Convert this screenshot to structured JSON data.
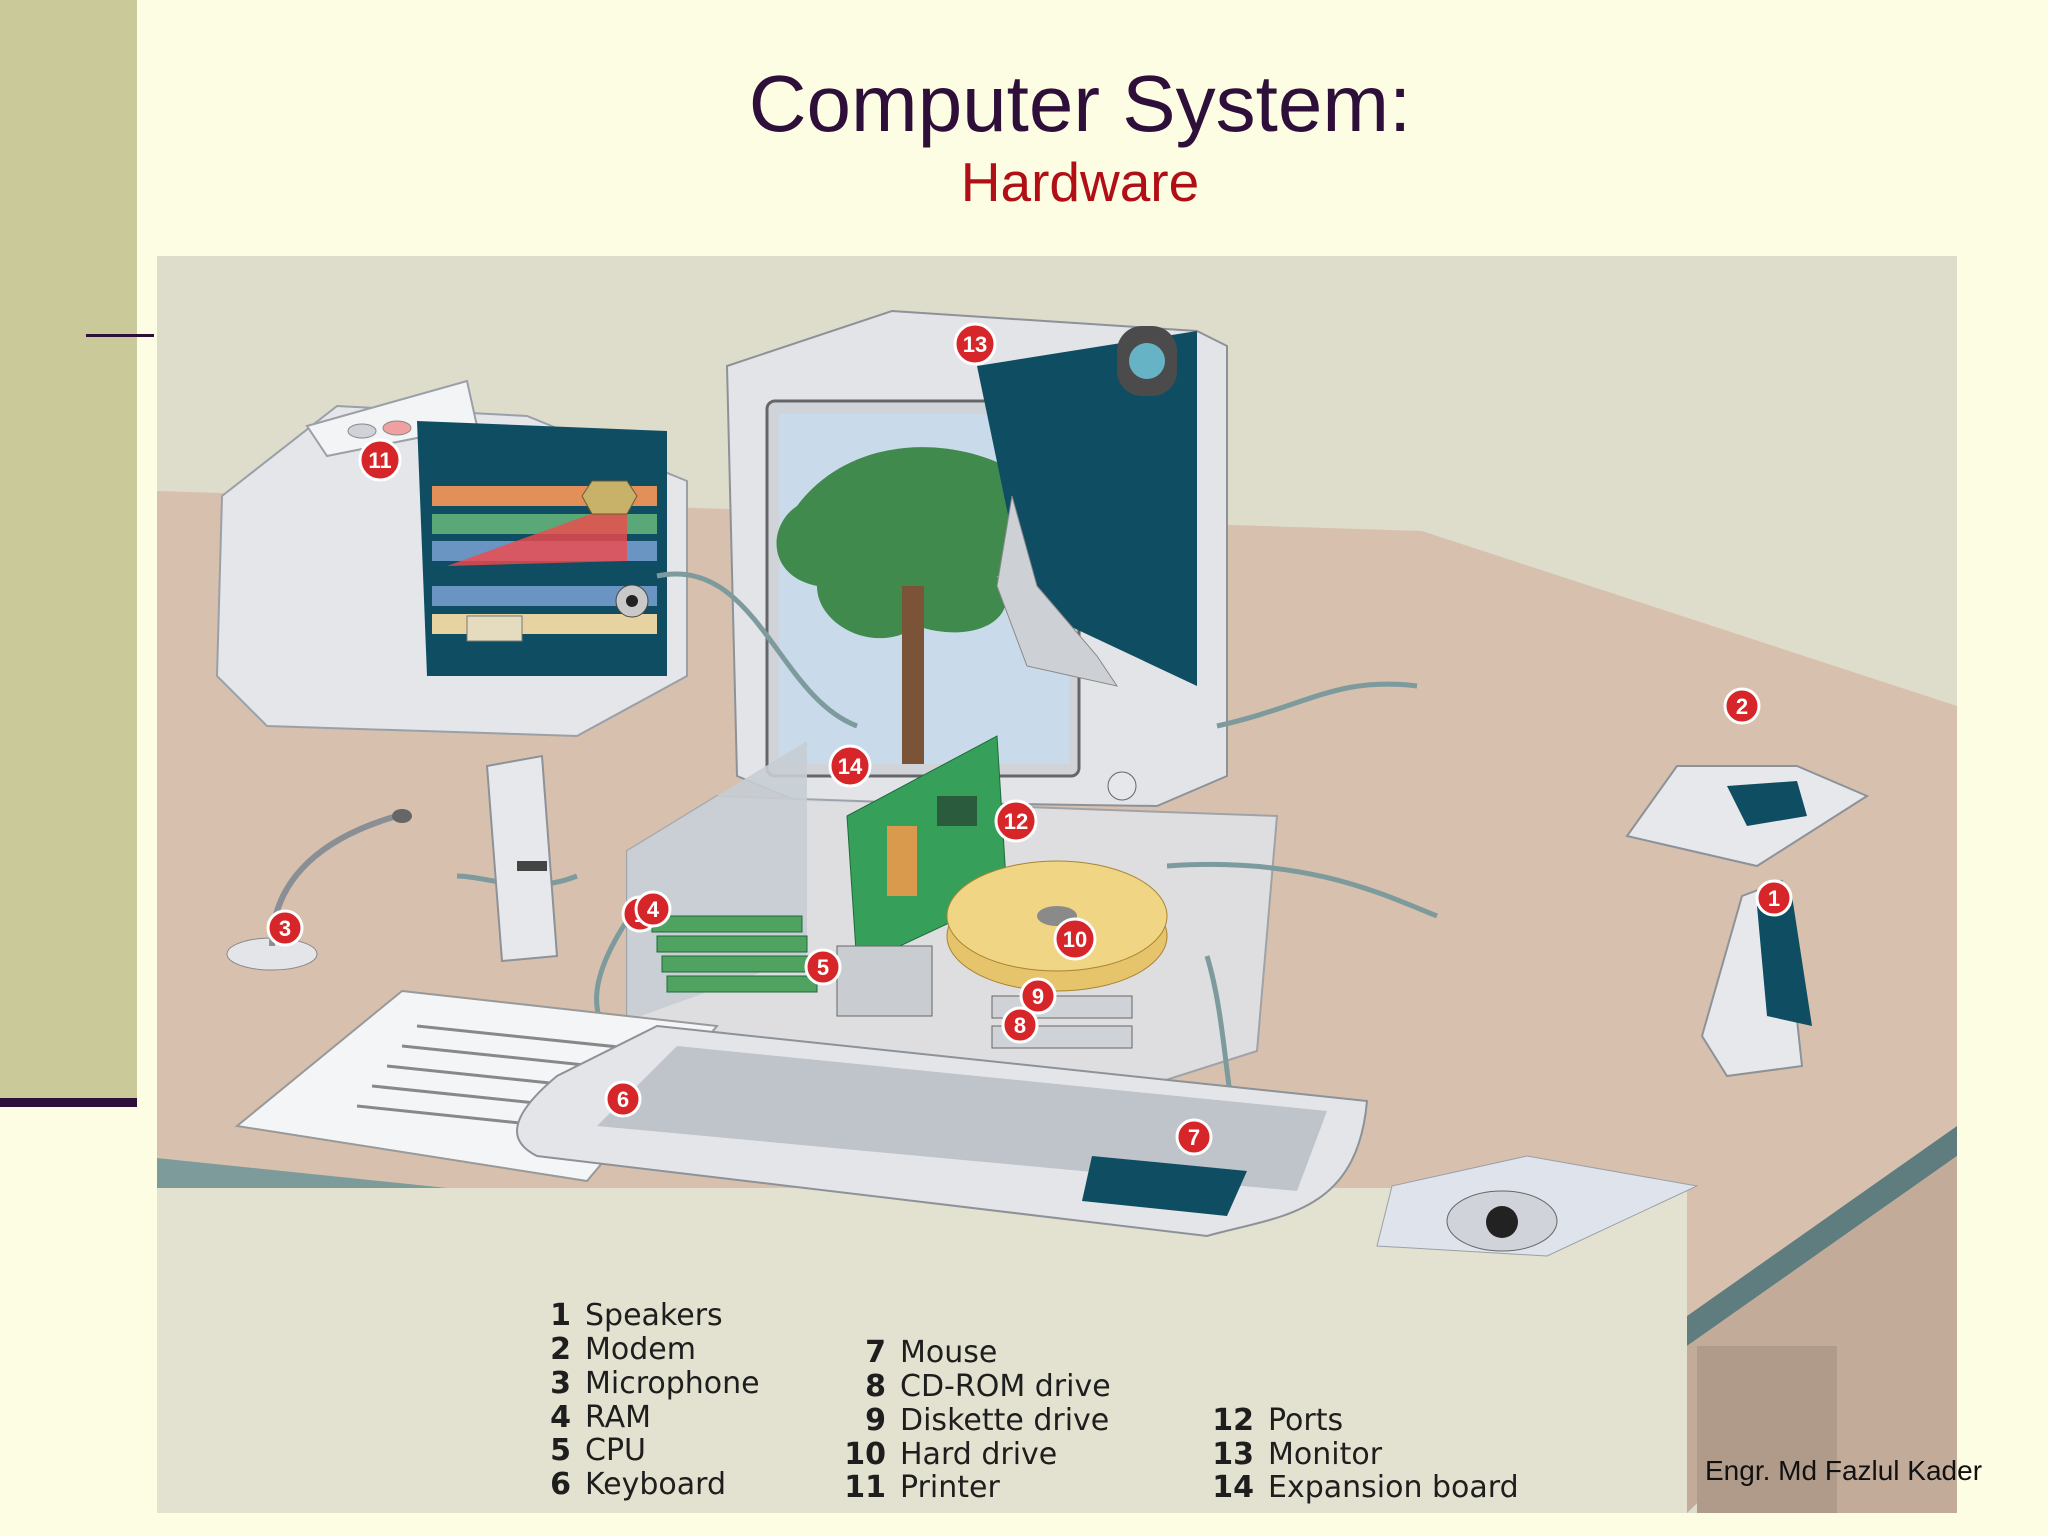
{
  "slide": {
    "title": "Computer System:",
    "subtitle": "Hardware",
    "author": "Engr. Md Fazlul Kader"
  },
  "figure": {
    "legend": [
      {
        "num": "1",
        "label": "Speakers"
      },
      {
        "num": "2",
        "label": "Modem"
      },
      {
        "num": "3",
        "label": "Microphone"
      },
      {
        "num": "4",
        "label": "RAM"
      },
      {
        "num": "5",
        "label": "CPU"
      },
      {
        "num": "6",
        "label": "Keyboard"
      },
      {
        "num": "7",
        "label": "Mouse"
      },
      {
        "num": "8",
        "label": "CD-ROM drive"
      },
      {
        "num": "9",
        "label": "Diskette drive"
      },
      {
        "num": "10",
        "label": "Hard drive"
      },
      {
        "num": "11",
        "label": "Printer"
      },
      {
        "num": "12",
        "label": "Ports"
      },
      {
        "num": "13",
        "label": "Monitor"
      },
      {
        "num": "14",
        "label": "Expansion board"
      }
    ],
    "badges": [
      "1",
      "1",
      "2",
      "3",
      "4",
      "5",
      "6",
      "7",
      "8",
      "9",
      "10",
      "11",
      "12",
      "13",
      "14"
    ]
  },
  "colors": {
    "background": "#fdfde4",
    "sidebar": "#c9c99a",
    "title": "#2d0f3a",
    "subtitle": "#b10f16",
    "badge": "#d6262a"
  }
}
